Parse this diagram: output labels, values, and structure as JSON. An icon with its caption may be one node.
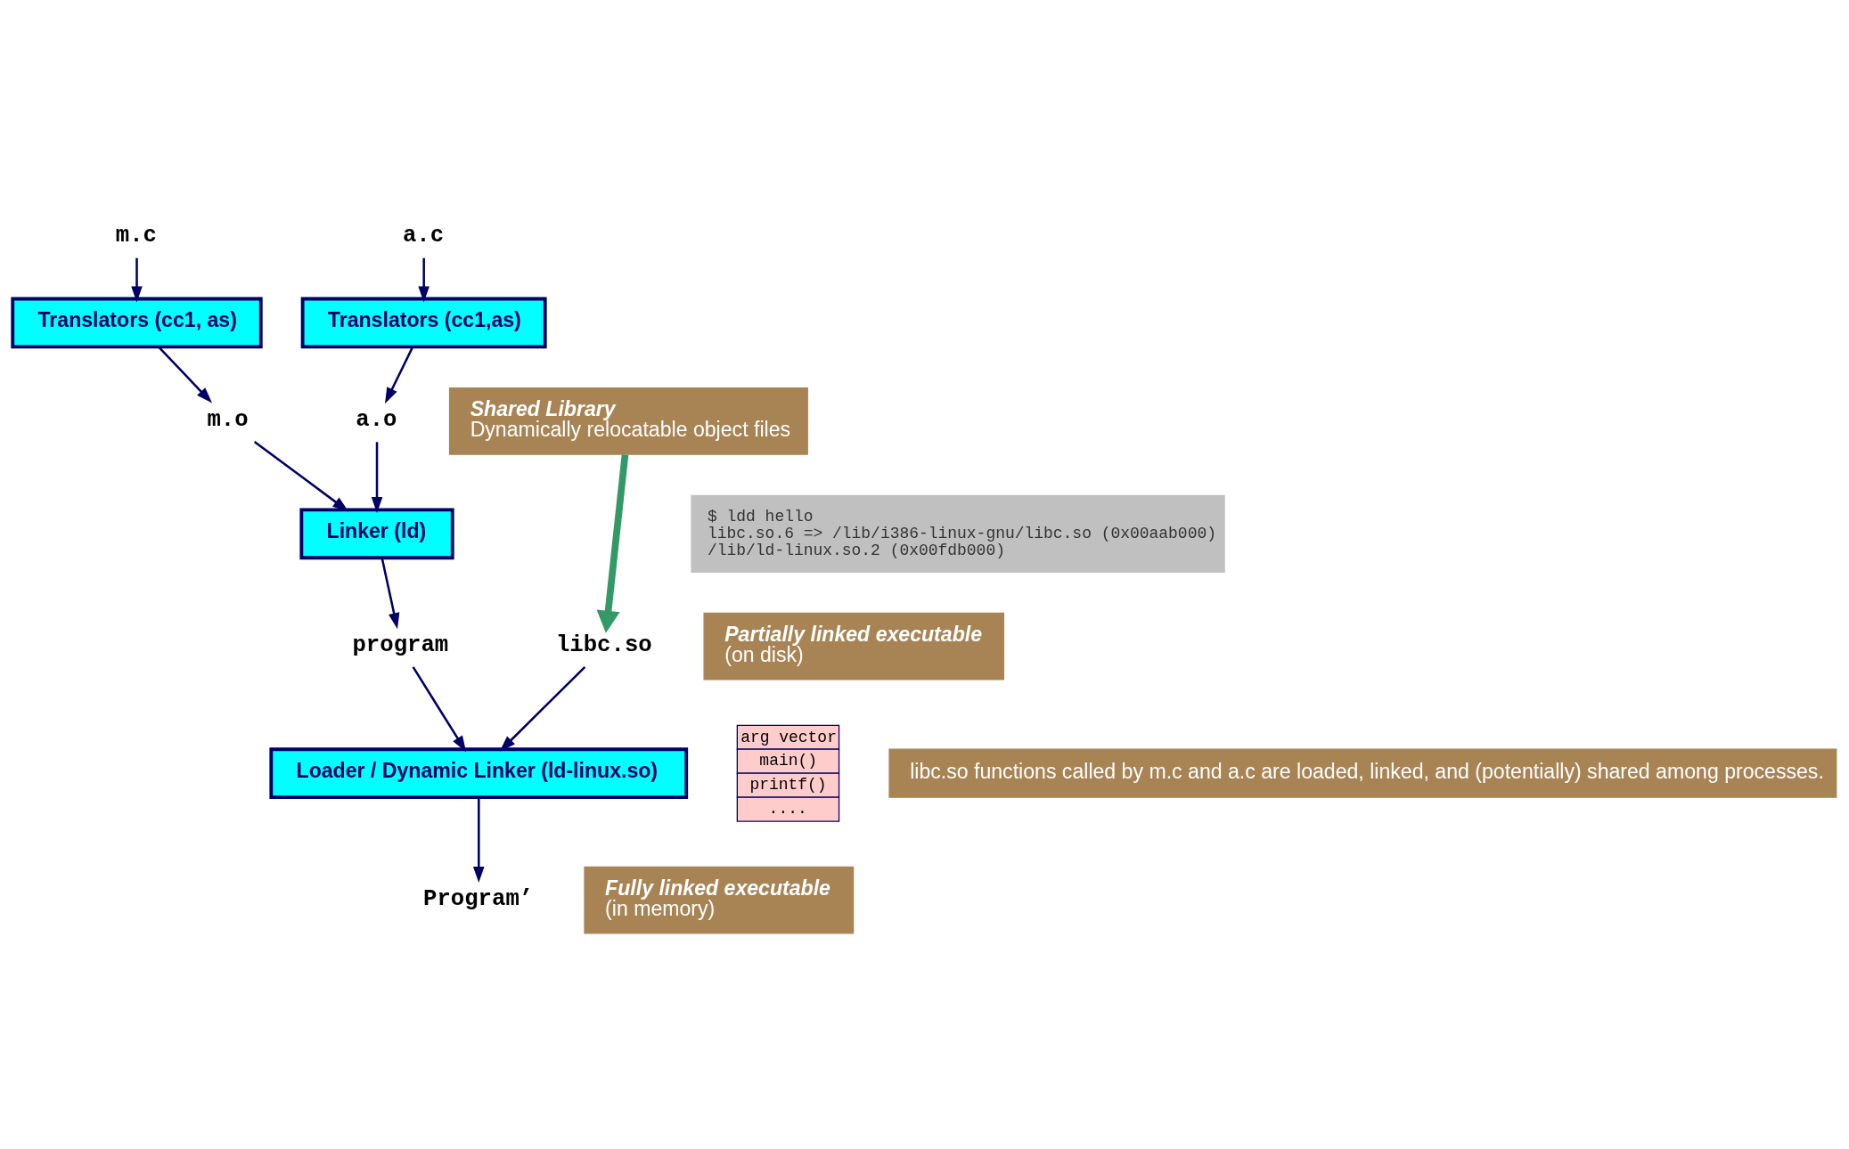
{
  "diagram": {
    "nodes": [
      {
        "text": [
          "m.c"
        ]
      },
      {
        "text": [
          "a.c"
        ]
      },
      {
        "text": [
          "Translators (cc1, as)"
        ]
      },
      {
        "text": [
          "Translators (cc1,as)"
        ]
      },
      {
        "text": [
          "m.o"
        ]
      },
      {
        "text": [
          "a.o"
        ]
      },
      {
        "text": [
          "Linker (ld)"
        ]
      },
      {
        "text": [
          "Shared Library",
          "Dynamically relocatable object files"
        ]
      },
      {
        "text": [
          "$ ldd hello",
          "libc.so.6 => /lib/i386-linux-gnu/libc.so (0x00aab000)",
          "/lib/ld-linux.so.2 (0x00fdb000)"
        ]
      },
      {
        "text": [
          "Partially linked executable",
          "(on disk)"
        ]
      },
      {
        "text": [
          "program"
        ]
      },
      {
        "text": [
          "libc.so"
        ]
      },
      {
        "text": [
          "Loader / Dynamic Linker (ld-linux.so)"
        ]
      },
      {
        "text": [
          "arg vector",
          "main()",
          "printf()",
          "...."
        ]
      },
      {
        "text": [
          "libc.so functions called by m.c and a.c are loaded, linked, and (potentially) shared among processes."
        ]
      },
      {
        "text": [
          "Fully linked executable",
          "(in memory)"
        ]
      },
      {
        "text": [
          "Program’"
        ]
      }
    ],
    "edges": [
      {
        "from": 0,
        "to": 2,
        "arrow": "to"
      },
      {
        "from": 1,
        "to": 3,
        "arrow": "to"
      },
      {
        "from": 2,
        "to": 4,
        "arrow": "to"
      },
      {
        "from": 3,
        "to": 5,
        "arrow": "to"
      },
      {
        "from": 4,
        "to": 6,
        "arrow": "to"
      },
      {
        "from": 5,
        "to": 6,
        "arrow": "to"
      },
      {
        "from": 6,
        "to": 10,
        "arrow": "to"
      },
      {
        "from": 10,
        "to": 12,
        "arrow": "to"
      },
      {
        "from": 11,
        "to": 12,
        "arrow": "to"
      },
      {
        "from": 7,
        "to": 11,
        "arrow": "to",
        "style": "thick",
        "color": "#339966"
      },
      {
        "from": 12,
        "to": 16,
        "arrow": "to"
      }
    ]
  }
}
